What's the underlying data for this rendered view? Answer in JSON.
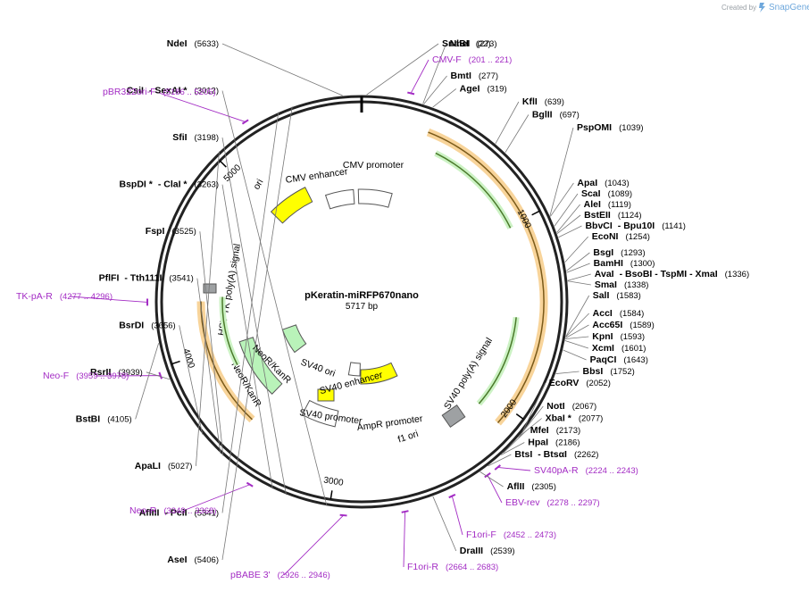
{
  "map": {
    "name": "pKeratin-miRFP670nano",
    "length_label": "5717 bp",
    "total_bp": 5717,
    "ticks": [
      "1000",
      "2000",
      "3000",
      "4000",
      "5000"
    ]
  },
  "credit": {
    "prefix": "Created by",
    "brand": "SnapGene"
  },
  "colors": {
    "backbone": "#222222",
    "primer": "#a32cc4",
    "origin": "#ffff00",
    "marker": "#b9f3b9",
    "promoter": "#ffffff",
    "polyA": "#9ea1a3",
    "orf_highlight": "#f8d49a",
    "orf_line": "#4a7a2a"
  },
  "sites": [
    {
      "name": "NdeI",
      "sep": "",
      "pos": "(5633)",
      "bp": 5633,
      "side": "left"
    },
    {
      "name": "SnaBI",
      "sep": "",
      "pos": "(22)",
      "bp": 22,
      "side": "right"
    },
    {
      "name": "NheI",
      "sep": "",
      "pos": "(273)",
      "bp": 273,
      "side": "right"
    },
    {
      "name": "BmtI",
      "sep": "",
      "pos": "(277)",
      "bp": 277,
      "side": "right"
    },
    {
      "name": "AgeI",
      "sep": "",
      "pos": "(319)",
      "bp": 319,
      "side": "right"
    },
    {
      "name": "KflI",
      "sep": "",
      "pos": "(639)",
      "bp": 639,
      "side": "right"
    },
    {
      "name": "BglII",
      "sep": "",
      "pos": "(697)",
      "bp": 697,
      "side": "right"
    },
    {
      "name": "PspOMI",
      "sep": "",
      "pos": "(1039)",
      "bp": 1039,
      "side": "right"
    },
    {
      "name": "ApaI",
      "sep": "",
      "pos": "(1043)",
      "bp": 1043,
      "side": "right"
    },
    {
      "name": "ScaI",
      "sep": "",
      "pos": "(1089)",
      "bp": 1089,
      "side": "right"
    },
    {
      "name": "AleI",
      "sep": "",
      "pos": "(1119)",
      "bp": 1119,
      "side": "right"
    },
    {
      "name": "BstEII",
      "sep": "",
      "pos": "(1124)",
      "bp": 1124,
      "side": "right"
    },
    {
      "name": "BbvCI",
      "sep": "- Bpu10I",
      "pos": "(1141)",
      "bp": 1141,
      "side": "right"
    },
    {
      "name": "EcoNI",
      "sep": "",
      "pos": "(1254)",
      "bp": 1254,
      "side": "right"
    },
    {
      "name": "BsgI",
      "sep": "",
      "pos": "(1293)",
      "bp": 1293,
      "side": "right"
    },
    {
      "name": "BamHI",
      "sep": "",
      "pos": "(1300)",
      "bp": 1300,
      "side": "right"
    },
    {
      "name": "AvaI",
      "sep": "- BsoBI   - TspMI   - XmaI",
      "pos": "(1336)",
      "bp": 1336,
      "side": "right"
    },
    {
      "name": "SmaI",
      "sep": "",
      "pos": "(1338)",
      "bp": 1338,
      "side": "right"
    },
    {
      "name": "SalI",
      "sep": "",
      "pos": "(1583)",
      "bp": 1583,
      "side": "right"
    },
    {
      "name": "AccI",
      "sep": "",
      "pos": "(1584)",
      "bp": 1584,
      "side": "right"
    },
    {
      "name": "Acc65I",
      "sep": "",
      "pos": "(1589)",
      "bp": 1589,
      "side": "right"
    },
    {
      "name": "KpnI",
      "sep": "",
      "pos": "(1593)",
      "bp": 1593,
      "side": "right"
    },
    {
      "name": "XcmI",
      "sep": "",
      "pos": "(1601)",
      "bp": 1601,
      "side": "right"
    },
    {
      "name": "PaqCI",
      "sep": "",
      "pos": "(1643)",
      "bp": 1643,
      "side": "right"
    },
    {
      "name": "BbsI",
      "sep": "",
      "pos": "(1752)",
      "bp": 1752,
      "side": "right"
    },
    {
      "name": "EcoRV",
      "sep": "",
      "pos": "(2052)",
      "bp": 2052,
      "side": "right"
    },
    {
      "name": "NotI",
      "sep": "",
      "pos": "(2067)",
      "bp": 2067,
      "side": "right"
    },
    {
      "name": "XbaI *",
      "sep": "",
      "pos": "(2077)",
      "bp": 2077,
      "side": "right"
    },
    {
      "name": "MfeI",
      "sep": "",
      "pos": "(2173)",
      "bp": 2173,
      "side": "right"
    },
    {
      "name": "HpaI",
      "sep": "",
      "pos": "(2186)",
      "bp": 2186,
      "side": "right"
    },
    {
      "name": "BtsI",
      "sep": "- BtsαI",
      "pos": "(2262)",
      "bp": 2262,
      "side": "right"
    },
    {
      "name": "AflII",
      "sep": "",
      "pos": "(2305)",
      "bp": 2305,
      "side": "right"
    },
    {
      "name": "DraIII",
      "sep": "",
      "pos": "(2539)",
      "bp": 2539,
      "side": "right"
    },
    {
      "name": "CsiI",
      "sep": "- SexAI *",
      "pos": "(3012)",
      "bp": 3012,
      "side": "left"
    },
    {
      "name": "SfiI",
      "sep": "",
      "pos": "(3198)",
      "bp": 3198,
      "side": "left"
    },
    {
      "name": "BspDI *",
      "sep": "- ClaI *",
      "pos": "(3263)",
      "bp": 3263,
      "side": "left"
    },
    {
      "name": "FspI",
      "sep": "",
      "pos": "(3525)",
      "bp": 3525,
      "side": "left"
    },
    {
      "name": "PflFI",
      "sep": "- Tth111I",
      "pos": "(3541)",
      "bp": 3541,
      "side": "left"
    },
    {
      "name": "BsrDI",
      "sep": "",
      "pos": "(3656)",
      "bp": 3656,
      "side": "left"
    },
    {
      "name": "RsrII",
      "sep": "",
      "pos": "(3939)",
      "bp": 3939,
      "side": "left"
    },
    {
      "name": "BstBI",
      "sep": "",
      "pos": "(4105)",
      "bp": 4105,
      "side": "left"
    },
    {
      "name": "ApaLI",
      "sep": "",
      "pos": "(5027)",
      "bp": 5027,
      "side": "left"
    },
    {
      "name": "AflIII",
      "sep": "- PciI",
      "pos": "(5341)",
      "bp": 5341,
      "side": "left"
    },
    {
      "name": "AseI",
      "sep": "",
      "pos": "(5406)",
      "bp": 5406,
      "side": "left"
    }
  ],
  "primers": [
    {
      "name": "CMV-F",
      "range": "(201 .. 221)",
      "bp": 211,
      "side": "right"
    },
    {
      "name": "SV40pA-R",
      "range": "(2224 .. 2243)",
      "bp": 2233,
      "side": "right"
    },
    {
      "name": "EBV-rev",
      "range": "(2278 .. 2297)",
      "bp": 2287,
      "side": "right"
    },
    {
      "name": "F1ori-F",
      "range": "(2452 .. 2473)",
      "bp": 2462,
      "side": "right"
    },
    {
      "name": "F1ori-R",
      "range": "(2664 .. 2683)",
      "bp": 2673,
      "side": "right"
    },
    {
      "name": "pBABE 3'",
      "range": "(2926 .. 2946)",
      "bp": 2936,
      "side": "left"
    },
    {
      "name": "Neo-R",
      "range": "(3349 .. 3368)",
      "bp": 3358,
      "side": "left"
    },
    {
      "name": "Neo-F",
      "range": "(3959 .. 3978)",
      "bp": 3968,
      "side": "left"
    },
    {
      "name": "TK-pA-R",
      "range": "(4277 .. 4296)",
      "bp": 4286,
      "side": "left"
    },
    {
      "name": "pBR322ori-F",
      "range": "(5186 .. 5205)",
      "bp": 5195,
      "side": "left"
    }
  ],
  "features": [
    {
      "label": "CMV promoter"
    },
    {
      "label": "CMV enhancer"
    },
    {
      "label": "ori"
    },
    {
      "label": "HSV TK poly(A) signal"
    },
    {
      "label": "NeoR/KanR"
    },
    {
      "label": "NeoR/KanR"
    },
    {
      "label": "SV40 ori"
    },
    {
      "label": "SV40 enhancer"
    },
    {
      "label": "SV40 promoter"
    },
    {
      "label": "AmpR promoter"
    },
    {
      "label": "f1 ori"
    },
    {
      "label": "SV40 poly(A) signal"
    }
  ]
}
